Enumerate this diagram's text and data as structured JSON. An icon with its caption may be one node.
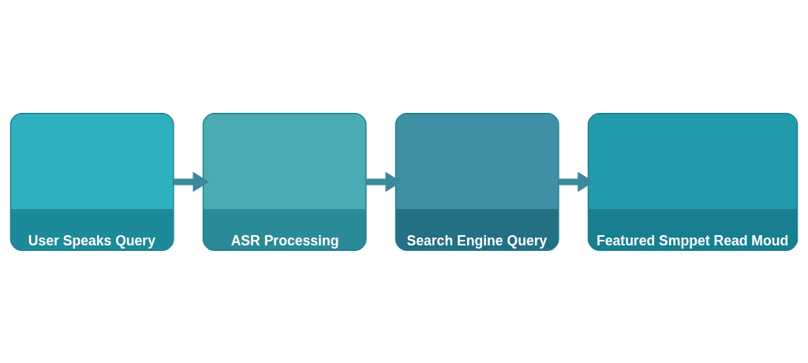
{
  "diagram": {
    "nodes": [
      {
        "text": [
          "User Speaks Query"
        ]
      },
      {
        "text": [
          "ASR Processing"
        ]
      },
      {
        "text": [
          "Search Engine Query"
        ]
      },
      {
        "text": [
          "Featured Smppet Read Moud"
        ]
      }
    ],
    "edges": [
      {
        "from": 0,
        "to": 1,
        "arrow": "to"
      },
      {
        "from": 1,
        "to": 2,
        "arrow": "to"
      },
      {
        "from": 2,
        "to": 3,
        "arrow": "to"
      }
    ]
  }
}
